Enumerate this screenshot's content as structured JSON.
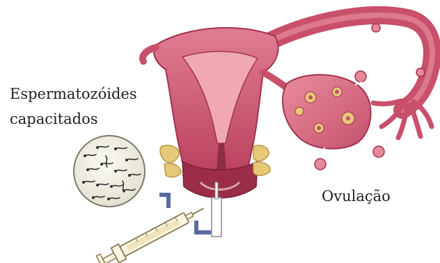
{
  "labels": {
    "sperm_line1": "Espermatozóides",
    "sperm_line2": "capacitados",
    "ovulation": "Ovulação"
  },
  "colors": {
    "uterus_wall": "#c8506a",
    "uterus_dark": "#a33150",
    "uterus_light": "#e48a9b",
    "ovary": "#d86a7e",
    "fat_tissue": "#e6c879",
    "arrow_blue": "#5a6b9e",
    "syringe_outline": "#8a7a54"
  },
  "icons": {
    "sperm_sample": "microscope-view-of-sperm",
    "syringe": "insemination-syringe",
    "ovum": "egg-cell"
  }
}
